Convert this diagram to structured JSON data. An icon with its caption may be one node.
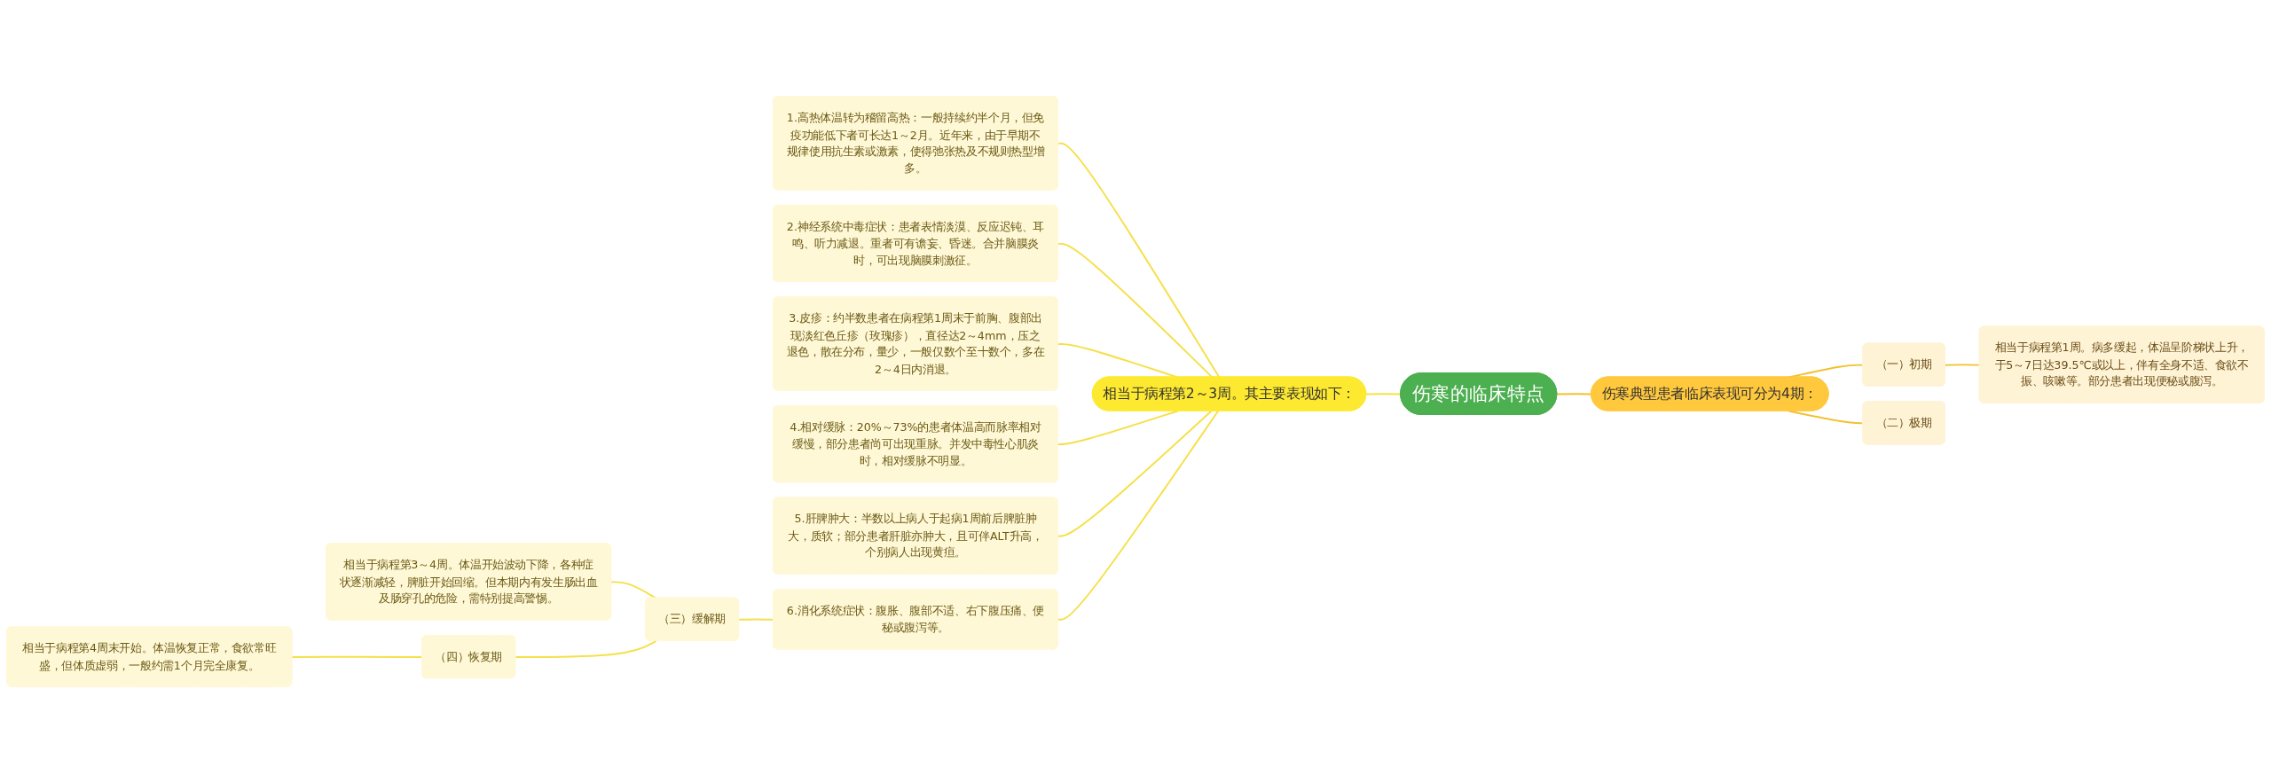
{
  "diagram": {
    "nodes": [
      {
        "text": [
          "伤寒的临床特点"
        ]
      },
      {
        "text": [
          "相当于病程第2～3周。其主要表现如下："
        ]
      },
      {
        "text": [
          "1.高热体温转为稽留高热：一般持续约半个月，但免疫功能低下者可长达1～2月。近年来，由于早期不规律使用抗生素或激素，使得弛张热及不规则热型增多。"
        ]
      },
      {
        "text": [
          "2.神经系统中毒症状：患者表情淡漠、反应迟钝、耳鸣、听力减退。重者可有谵妄、昏迷。合并脑膜炎时，可出现脑膜刺激征。"
        ]
      },
      {
        "text": [
          "3.皮疹：约半数患者在病程第1周末于前胸、腹部出现淡红色丘疹（玫瑰疹），直径达2～4mm，压之退色，散在分布，量少，一般仅数个至十数个，多在2～4日内消退。"
        ]
      },
      {
        "text": [
          "4.相对缓脉：20%～73%的患者体温高而脉率相对缓慢，部分患者尚可出现重脉。并发中毒性心肌炎时，相对缓脉不明显。"
        ]
      },
      {
        "text": [
          "5.肝脾肿大：半数以上病人于起病1周前后脾脏肿大，质软；部分患者肝脏亦肿大，且可伴ALT升高，个别病人出现黄疸。"
        ]
      },
      {
        "text": [
          "6.消化系统症状：腹胀、腹部不适、右下腹压痛、便秘或腹泻等。"
        ]
      },
      {
        "text": [
          "（三）缓解期"
        ]
      },
      {
        "text": [
          "相当于病程第3～4周。体温开始波动下降，各种症状逐渐减轻，脾脏开始回缩。但本期内有发生肠出血及肠穿孔的危险，需特别提高警惕。"
        ]
      },
      {
        "text": [
          "（四）恢复期"
        ]
      },
      {
        "text": [
          "相当于病程第4周末开始。体温恢复正常，食欲常旺盛，但体质虚弱，一般约需1个月完全康复。"
        ]
      },
      {
        "text": [
          "伤寒典型患者临床表现可分为4期："
        ]
      },
      {
        "text": [
          "（一）初期"
        ]
      },
      {
        "text": [
          "相当于病程第1周。病多缓起，体温呈阶梯状上升，于5～7日达39.5℃或以上，伴有全身不适、食欲不振、咳嗽等。部分患者出现便秘或腹泻。"
        ]
      },
      {
        "text": [
          "（二）极期"
        ]
      }
    ],
    "edges": [
      {
        "from": 0,
        "to": 1,
        "arrow": "none"
      },
      {
        "from": 1,
        "to": 2,
        "arrow": "none"
      },
      {
        "from": 1,
        "to": 3,
        "arrow": "none"
      },
      {
        "from": 1,
        "to": 4,
        "arrow": "none"
      },
      {
        "from": 1,
        "to": 5,
        "arrow": "none"
      },
      {
        "from": 1,
        "to": 6,
        "arrow": "none"
      },
      {
        "from": 1,
        "to": 7,
        "arrow": "none"
      },
      {
        "from": 7,
        "to": 8,
        "arrow": "none"
      },
      {
        "from": 8,
        "to": 9,
        "arrow": "none"
      },
      {
        "from": 8,
        "to": 10,
        "arrow": "none"
      },
      {
        "from": 10,
        "to": 11,
        "arrow": "none"
      },
      {
        "from": 0,
        "to": 12,
        "arrow": "none",
        "color": "#f2c12e"
      },
      {
        "from": 12,
        "to": 13,
        "arrow": "none",
        "color": "#f2c12e"
      },
      {
        "from": 13,
        "to": 14,
        "arrow": "none",
        "color": "#f2c12e"
      },
      {
        "from": 12,
        "to": 15,
        "arrow": "none",
        "color": "#f2c12e"
      }
    ]
  }
}
